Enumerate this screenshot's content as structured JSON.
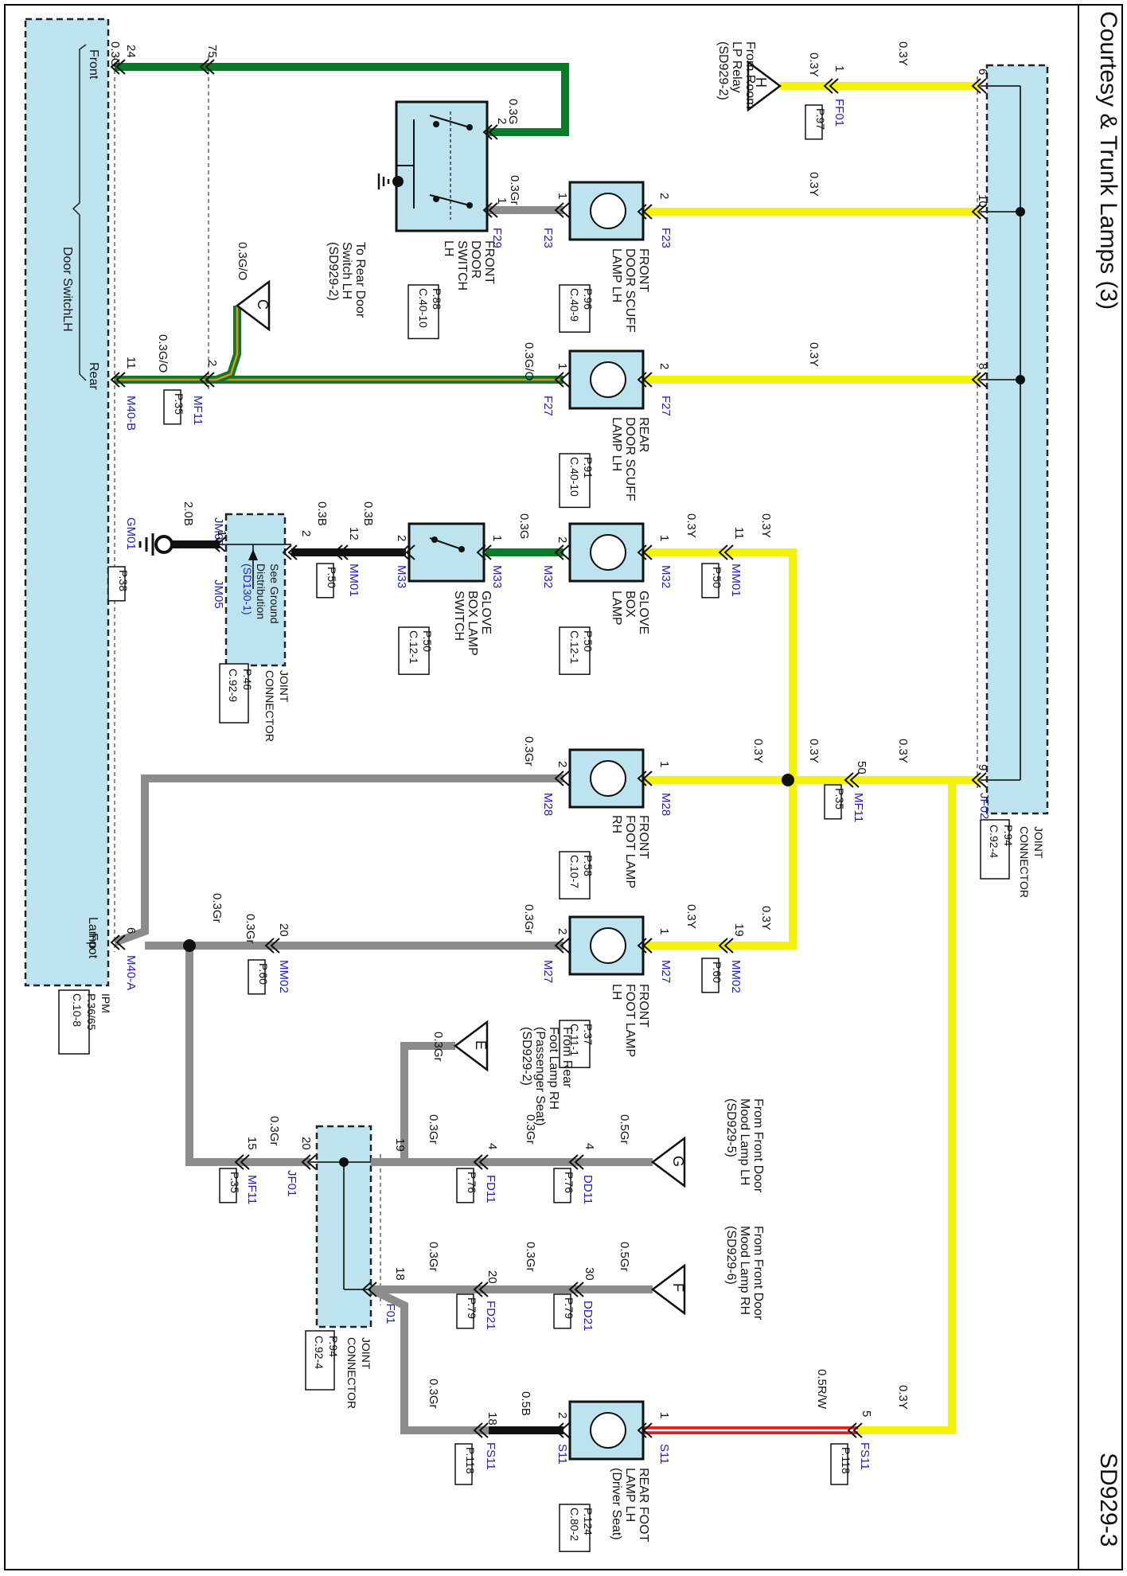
{
  "header": {
    "title": "Courtesy & Trunk Lamps (3)",
    "sheet": "SD929-3"
  },
  "modules": {
    "ipm": {
      "title": "Door SwitchLH",
      "front": "Front",
      "rear": "Rear",
      "foot": "Foot\nLamp",
      "ref": "IPM\nP.36/65\nC.10-8"
    },
    "jf02": {
      "ref": "JOINT\nCONNECTOR\nP.94\nC.92-4",
      "pin6": "6",
      "pin10": "10",
      "pin8": "8",
      "pin9": "9",
      "code": "JF02"
    },
    "jf01": {
      "ref": "JOINT\nCONNECTOR\nP.94\nC.92-4",
      "pin19": "19",
      "pin18": "18",
      "pin20": "20",
      "code1": "JF01",
      "code2": "JF01"
    },
    "jm05": {
      "ref": "JOINT\nCONNECTOR\nP.46\nC.92-9",
      "note": "See Ground\nDistribution\n(SD130-1)",
      "pin2": "2",
      "pin1": "1",
      "code1": "JM05",
      "code2": "JM05"
    }
  },
  "components": [
    {
      "id": "front-door-switch",
      "name": "FRONT\nDOOR\nSWITCH\nLH",
      "ref": "P.88\nC.40-10"
    },
    {
      "id": "front-door-scuff",
      "name": "FRONT\nDOOR SCUFF\nLAMP LH",
      "ref": "P.96\nC.40-9"
    },
    {
      "id": "rear-door-scuff",
      "name": "REAR\nDOOR SCUFF\nLAMP LH",
      "ref": "P.91\nC.40-10"
    },
    {
      "id": "glove-box-lamp",
      "name": "GLOVE\nBOX\nLAMP",
      "ref": "P.50\nC.12-1"
    },
    {
      "id": "glove-box-switch",
      "name": "GLOVE\nBOX LAMP\nSWITCH",
      "ref": "P.50\nC.12-1"
    },
    {
      "id": "front-foot-rh",
      "name": "FRONT\nFOOT LAMP\nRH",
      "ref": "P.58\nC.10-7"
    },
    {
      "id": "front-foot-lh",
      "name": "FRONT\nFOOT LAMP\nLH",
      "ref": "P.37\nC.11-1"
    },
    {
      "id": "rear-foot-lh",
      "name": "REAR FOOT\nLAMP LH\n(Driver Seat)",
      "ref": "P.124\nC.80-2"
    }
  ],
  "offpage": [
    {
      "letter": "H",
      "text": "From Room\nLP Relay\n(SD929-2)"
    },
    {
      "letter": "C",
      "text": "To Rear Door\nSwitch LH\n(SD929-2)"
    },
    {
      "letter": "E",
      "text": "From Rear\nFoot Lamp RH\n(Passenger Seat)\n(SD929-2)"
    },
    {
      "letter": "G",
      "text": "From Front Door\nMood Lamp LH\n(SD929-5)"
    },
    {
      "letter": "F",
      "text": "From Front Door\nMood Lamp RH\n(SD929-6)"
    }
  ],
  "connectors": {
    "FF01": {
      "code": "FF01",
      "ref": "P.97"
    },
    "F23a": {
      "code": "F23"
    },
    "F23b": {
      "code": "F23"
    },
    "F29": {
      "code": "F29"
    },
    "F27a": {
      "code": "F27"
    },
    "F27b": {
      "code": "F27"
    },
    "MF11a": {
      "code": "MF11",
      "ref": "P.35"
    },
    "MF11b": {
      "code": "MF11",
      "ref": "P.35"
    },
    "MF11c": {
      "code": "MF11",
      "ref": "P.35"
    },
    "M40B": {
      "code": "M40-B"
    },
    "M40A": {
      "code": "M40-A"
    },
    "M32a": {
      "code": "M32"
    },
    "M32b": {
      "code": "M32"
    },
    "M33a": {
      "code": "M33"
    },
    "M33b": {
      "code": "M33"
    },
    "MM01a": {
      "code": "MM01",
      "ref": "P.50"
    },
    "MM01b": {
      "code": "MM01",
      "ref": "P.50"
    },
    "GM01": {
      "code": "GM01",
      "ref": "P.38"
    },
    "M28a": {
      "code": "M28"
    },
    "M28b": {
      "code": "M28"
    },
    "M27a": {
      "code": "M27"
    },
    "M27b": {
      "code": "M27"
    },
    "MM02a": {
      "code": "MM02",
      "ref": "P.60"
    },
    "MM02b": {
      "code": "MM02",
      "ref": "P.60"
    },
    "FD11": {
      "code": "FD11",
      "ref": "P.76"
    },
    "DD11": {
      "code": "DD11",
      "ref": "P.76"
    },
    "FD21": {
      "code": "FD21",
      "ref": "P.79"
    },
    "DD21": {
      "code": "DD21",
      "ref": "P.79"
    },
    "FS11a": {
      "code": "FS11",
      "ref": "P.118"
    },
    "FS11b": {
      "code": "FS11",
      "ref": "P.118"
    },
    "S11a": {
      "code": "S11"
    },
    "S11b": {
      "code": "S11"
    }
  },
  "pins": {
    "ipm24": "24",
    "ipm11": "11",
    "ipm6": "6",
    "c75": "75",
    "c2mf": "2",
    "ff1": "1",
    "fds2": "2",
    "fds1": "1",
    "f23_1": "1",
    "f23_2": "2",
    "f27_1": "1",
    "f27_2": "2",
    "m32_2": "2",
    "m32_1": "1",
    "mm01_11": "11",
    "m33_1": "1",
    "m33_2": "2",
    "mm01_12": "12",
    "m28_2": "2",
    "m28_1": "1",
    "mf11_50": "50",
    "m27_2": "2",
    "m27_1": "1",
    "mm02_19": "19",
    "mm02_20": "20",
    "mf11_15": "15",
    "fd11_4": "4",
    "dd11_4": "4",
    "fd21_20": "20",
    "dd21_30": "30",
    "fs11_18": "18",
    "s11_2": "2",
    "s11_1": "1",
    "fs11_5": "5"
  },
  "wires": {
    "w1": "0.3G",
    "w2": "0.3G",
    "w3": "0.3Y",
    "w4": "0.3Y",
    "w5": "0.3Gr",
    "w6": "0.3Y",
    "w7": "0.3G/O",
    "w8": "0.3G/O",
    "w9": "0.3G/O",
    "w10": "0.3Y",
    "w11": "2.0B",
    "w12": "0.3B",
    "w13": "0.3B",
    "w14": "0.3G",
    "w15": "0.3Y",
    "w16": "0.3Y",
    "w17": "0.3Gr",
    "w18": "0.3Y",
    "w19": "0.3Y",
    "w20": "0.3Y",
    "w21": "0.3Gr",
    "w22": "0.3Gr",
    "w23": "0.3Gr",
    "w24": "0.3Y",
    "w25": "0.3Y",
    "w26": "0.3Gr",
    "w27": "0.3Gr",
    "w28": "0.3Gr",
    "w29": "0.3Gr",
    "w30": "0.5Gr",
    "w31": "0.3Gr",
    "w32": "0.3Gr",
    "w33": "0.5Gr",
    "w34": "0.3Gr",
    "w35": "0.5B",
    "w36": "0.5R/W",
    "w37": "0.3Y"
  },
  "colors": {
    "yellow": "#f5f20a",
    "green": "#0a7a28",
    "gray": "#8c8c8c",
    "black": "#111111",
    "red": "#e0201f",
    "box": "#bde4ee"
  }
}
